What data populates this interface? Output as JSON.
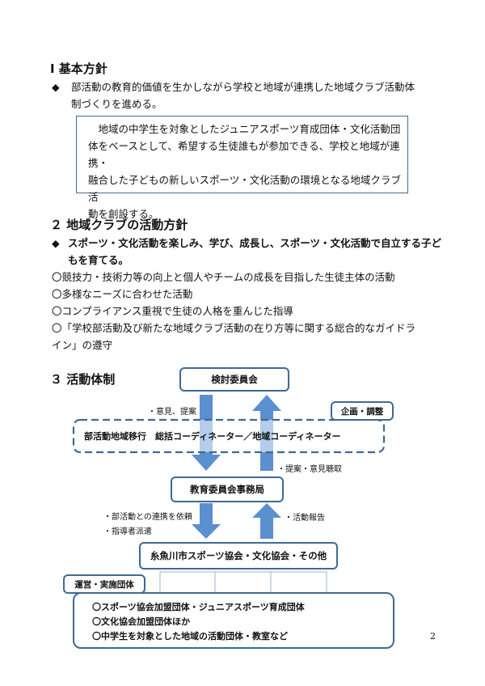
{
  "page_number": "2",
  "section1": {
    "heading": "Ⅰ 基本方針",
    "bullet": "◆",
    "line1": "部活動の教育的価値を生かしながら学校と地域が連携した地域クラブ活動体",
    "line2": "制づくりを進める。",
    "box_lines": [
      "地域の中学生を対象としたジュニアスポーツ育成団体・文化活動団",
      "体をベースとして、希望する生徒誰もが参加できる、学校と地域が連携・",
      "融合した子どもの新しいスポーツ・文化活動の環境となる地域クラブ活",
      "動を創設する。"
    ]
  },
  "section2": {
    "heading": "２ 地域クラブの活動方針",
    "bullet": "◆",
    "line1": "スポーツ・文化活動を楽しみ、学び、成長し、スポーツ・文化活動で自立する子ど",
    "line2": "もを育てる。",
    "items": [
      "〇競技力・技術力等の向上と個人やチームの成長を目指した生徒主体の活動",
      "〇多様なニーズに合わせた活動",
      "〇コンプライアンス重視で生徒の人格を重んじた指導",
      "〇「学校部活動及び新たな地域クラブ活動の在り方等に関する総合的なガイドラ",
      "イン」の遵守"
    ]
  },
  "section3": {
    "heading": "３ 活動体制",
    "committee": "検討委員会",
    "opinion_label": "・意見、提案",
    "planning_label": "企画・調整",
    "coordinator": "部活動地域移行　総括コーディネーター／地域コーディネーター",
    "hearing_label": "・提案・意見聴取",
    "board_office": "教育委員会事務局",
    "request_label1": "・部活動との連携を依頼",
    "request_label2": "・指導者派遣",
    "report_label": "・活動報告",
    "association": "糸魚川市スポーツ協会・文化協会・その他",
    "operating_label": "運営・実施団体",
    "groups": [
      "〇スポーツ協会加盟団体・ジュニアスポーツ育成団体",
      "〇文化協会加盟団体ほか",
      "〇中学生を対象とした地域の活動団体・教室など"
    ]
  },
  "colors": {
    "arrow_blue": "#5b8fd0",
    "box_border": "#3e6a96",
    "dashed": "#3e6a96"
  }
}
